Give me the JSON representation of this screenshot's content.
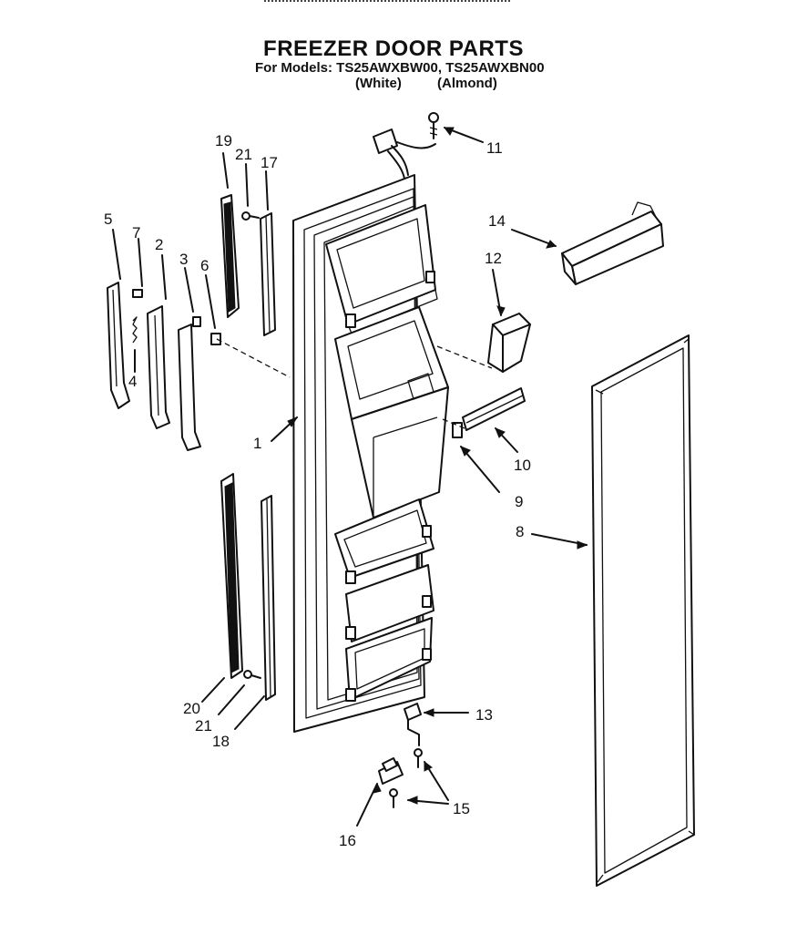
{
  "header": {
    "title": "FREEZER DOOR PARTS",
    "models": "For Models: TS25AWXBW00, TS25AWXBN00",
    "color_1": "(White)",
    "color_2": "(Almond)"
  },
  "callouts": [
    "1",
    "2",
    "3",
    "4",
    "5",
    "6",
    "7",
    "8",
    "9",
    "10",
    "11",
    "12",
    "13",
    "14",
    "15",
    "16",
    "17",
    "18",
    "19",
    "20",
    "21",
    "21"
  ]
}
